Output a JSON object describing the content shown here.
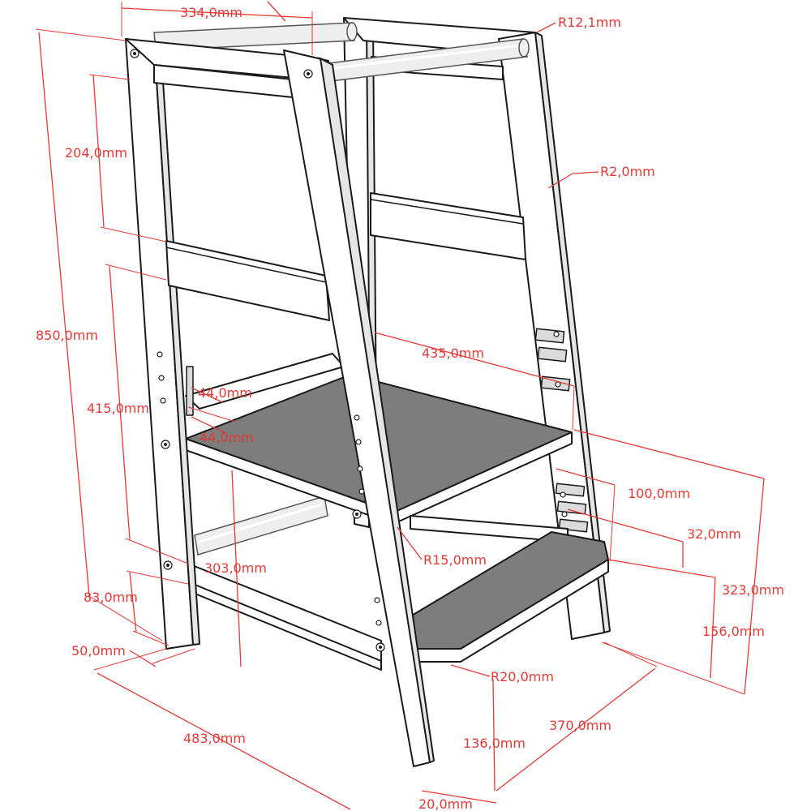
{
  "colors": {
    "dimension": "#e53935",
    "outline": "#1a1a1a",
    "tread": "#7d7d7d",
    "wood": "#ffffff"
  },
  "dimensions": {
    "top_width": "334,0mm",
    "top_radius": "R12,1mm",
    "upper_rail_gap": "204,0mm",
    "upright_radius": "R2,0mm",
    "overall_height": "850,0mm",
    "platform_depth": "435,0mm",
    "platform_height": "415,0mm",
    "rail_a": "44,0mm",
    "rail_b": "44,0mm",
    "step_offset": "100,0mm",
    "slot_pitch": "32,0mm",
    "platform_corner_radius": "R15,0mm",
    "lower_rail_height": "303,0mm",
    "rear_height": "323,0mm",
    "bottom_rail_height": "83,0mm",
    "step_height": "156,0mm",
    "leg_width": "50,0mm",
    "step_corner_radius": "R20,0mm",
    "base_width": "483,0mm",
    "step_rise": "136,0mm",
    "base_depth": "370,0mm",
    "board_thickness": "20,0mm"
  }
}
